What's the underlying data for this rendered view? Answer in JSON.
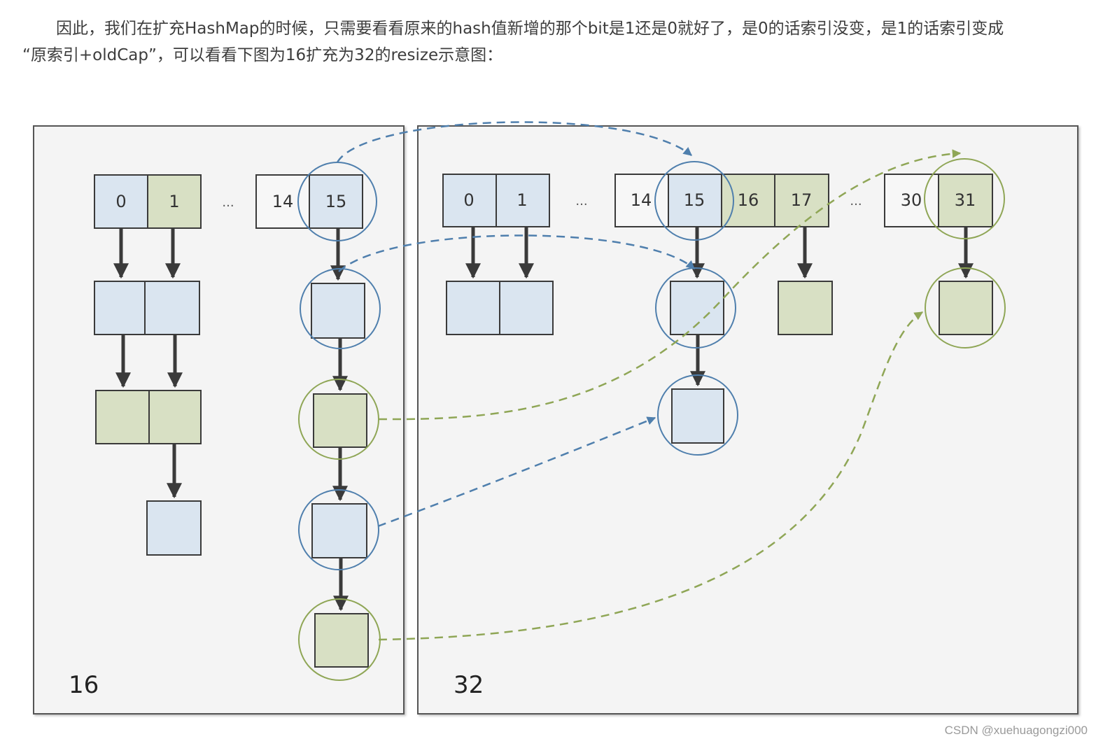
{
  "text": {
    "line1": "因此，我们在扩充HashMap的时候，只需要看看原来的hash值新增的那个bit是1还是0就好了，是0的话索引没变，是1的话索引变成",
    "line2": "“原索引+oldCap”，可以看看下图为16扩充为32的resize示意图："
  },
  "panels": {
    "old_capacity": "16",
    "new_capacity": "32"
  },
  "old_table": {
    "left_cells": [
      "0",
      "1"
    ],
    "right_cells": [
      "14",
      "15"
    ],
    "ellipsis": "..."
  },
  "new_table": {
    "group_a": [
      "0",
      "1"
    ],
    "group_b": [
      "14",
      "15",
      "16",
      "17"
    ],
    "group_c": [
      "30",
      "31"
    ],
    "ellipsis_1": "...",
    "ellipsis_2": "..."
  },
  "colors": {
    "blue_fill": "#dae5f0",
    "green_fill": "#d8e0c4",
    "white_fill": "#f7f7f7",
    "panel_bg": "#f4f4f4",
    "blue_line": "#4f7fad",
    "green_line": "#8fa656",
    "dark": "#3a3a3a"
  },
  "watermark": "CSDN @xuehuagongzi000"
}
